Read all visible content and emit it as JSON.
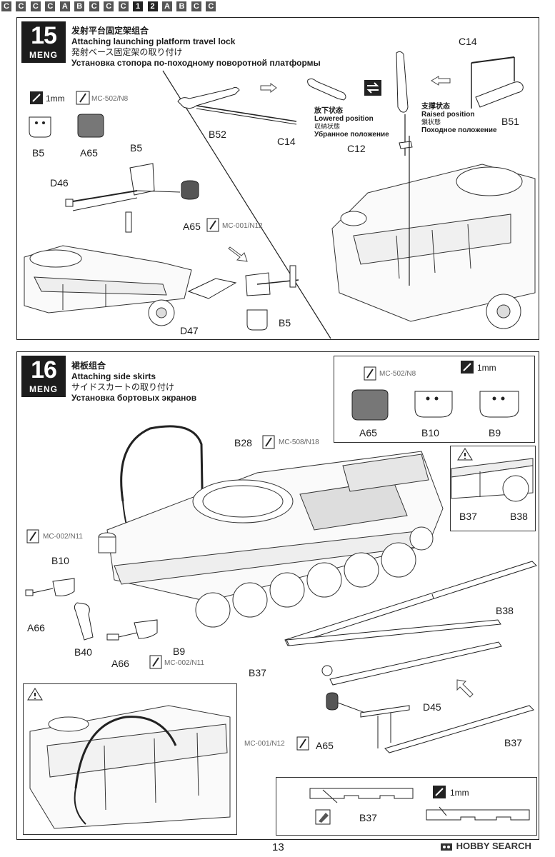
{
  "step15": {
    "number": "15",
    "brand": "MENG",
    "title_zh": "发射平台固定架组合",
    "title_en": "Attaching launching platform travel lock",
    "title_ja": "発射ベース固定架の取り付け",
    "title_ru": "Установка стопора по-походному поворотной платформы",
    "paint_1mm": "1mm",
    "paint_mc502": "MC-502/N8",
    "paint_mc001": "MC-001/N12",
    "labels": {
      "B5": "B5",
      "A65": "A65",
      "B5_top": "B5",
      "D46": "D46",
      "A65_mid": "A65",
      "D47": "D47",
      "B5_bottom": "B5",
      "B52": "B52",
      "C14_left": "C14",
      "C12": "C12",
      "C14_right": "C14",
      "B51": "B51"
    },
    "tags": {
      "C": "C",
      "A": "A",
      "B": "B"
    },
    "lowered": {
      "zh": "放下状态",
      "en": "Lowered position",
      "ja": "収納状態",
      "ru": "Убранное положение"
    },
    "raised": {
      "zh": "支撑状态",
      "en": "Raised position",
      "ja": "鎖状態",
      "ru": "Походное положение"
    }
  },
  "step16": {
    "number": "16",
    "brand": "MENG",
    "title_zh": "裙板组合",
    "title_en": "Attaching side skirts",
    "title_ja": "サイドスカートの取り付け",
    "title_ru": "Установка бортовых экранов",
    "paint_mc502": "MC-502/N8",
    "paint_1mm": "1mm",
    "paint_mc508": "MC-508/N18",
    "paint_mc002_a": "MC-002/N11",
    "paint_mc002_b": "MC-002/N11",
    "paint_mc001": "MC-001/N12",
    "paint_1mm_bottom": "1mm",
    "labels": {
      "A65_box": "A65",
      "B10_box": "B10",
      "B9_box": "B9",
      "B28": "B28",
      "B37_inset": "B37",
      "B38_inset": "B38",
      "B10": "B10",
      "A66_a": "A66",
      "B40": "B40",
      "A66_b": "A66",
      "B9": "B9",
      "B38": "B38",
      "B37": "B37",
      "D45": "D45",
      "A65": "A65",
      "B37_right": "B37",
      "B37_bottom": "B37"
    },
    "tags": {
      "C": "C",
      "A": "A",
      "B": "B",
      "n1": "1",
      "n2": "2"
    }
  },
  "footer": {
    "page_number": "13",
    "watermark": "HOBBY SEARCH"
  }
}
